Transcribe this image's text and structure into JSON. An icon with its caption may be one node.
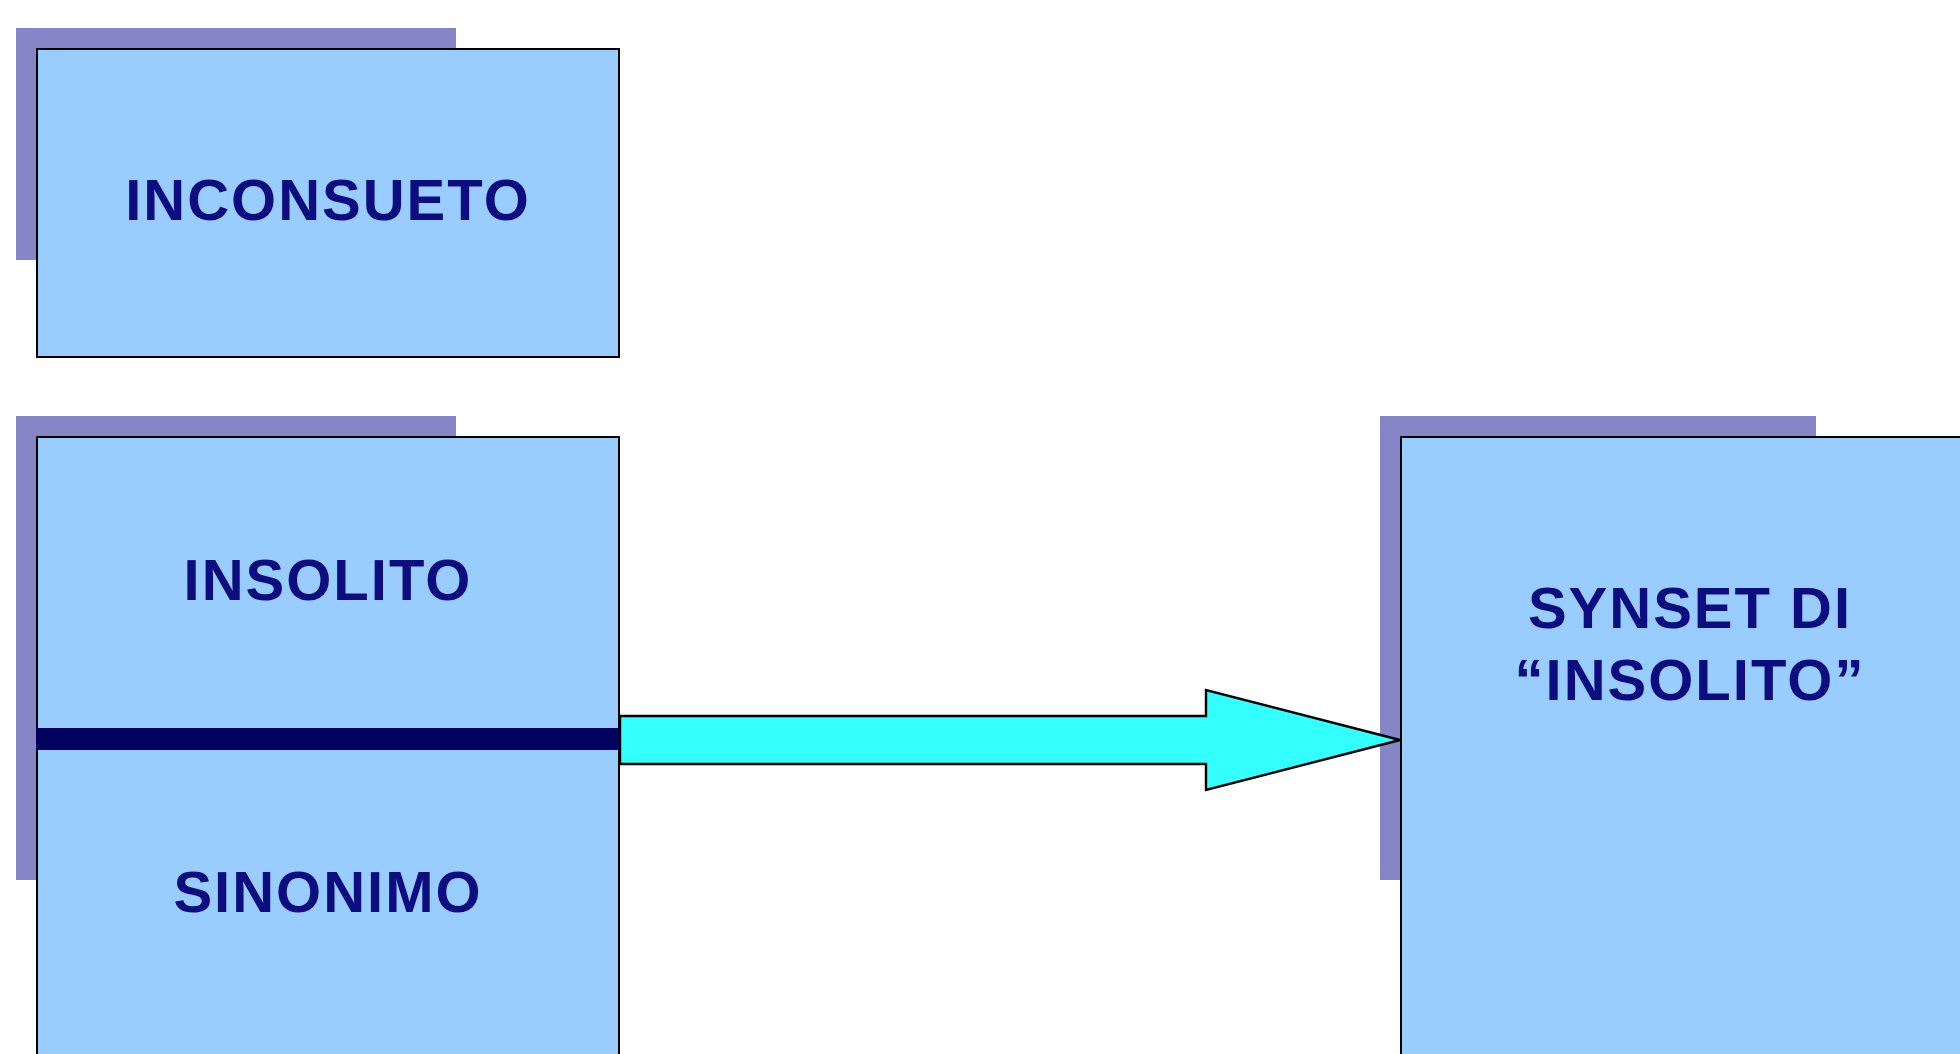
{
  "diagram": {
    "nodes": [
      {
        "text": [
          "INCONSUETO"
        ]
      },
      {
        "text": [
          "INSOLITO"
        ]
      },
      {
        "text": [
          "SINONIMO"
        ]
      },
      {
        "text": [
          "SYNSET DI “INSOLITO”"
        ]
      }
    ],
    "edges": [
      {
        "from": 1,
        "to": 3,
        "arrow": "to"
      }
    ]
  }
}
